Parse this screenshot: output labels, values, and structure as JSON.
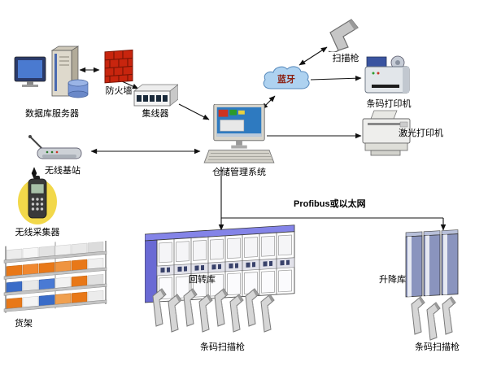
{
  "nodes": {
    "database_server": "数据库服务器",
    "firewall": "防火墙",
    "hub": "集线器",
    "wms": "仓储管理系统",
    "bluetooth": "蓝牙",
    "scanner_gun": "扫描枪",
    "barcode_printer": "条码打印机",
    "laser_printer": "激光打印机",
    "wireless_base": "无线基站",
    "wireless_collector": "无线采集器",
    "shelf": "货架",
    "carousel": "回转库",
    "lift": "升降库",
    "scanners_left": "条码扫描枪",
    "scanners_right": "条码扫描枪"
  },
  "edges": {
    "bus_label": "Profibus或以太网"
  },
  "colors": {
    "carousel_blue": "#7a7ae0",
    "lift_blue": "#8a94be",
    "firewall_red": "#c8250e",
    "cloud_blue": "#aed2f0",
    "shelf_orange": "#e87818",
    "bluetooth_text": "#8b1f10"
  }
}
